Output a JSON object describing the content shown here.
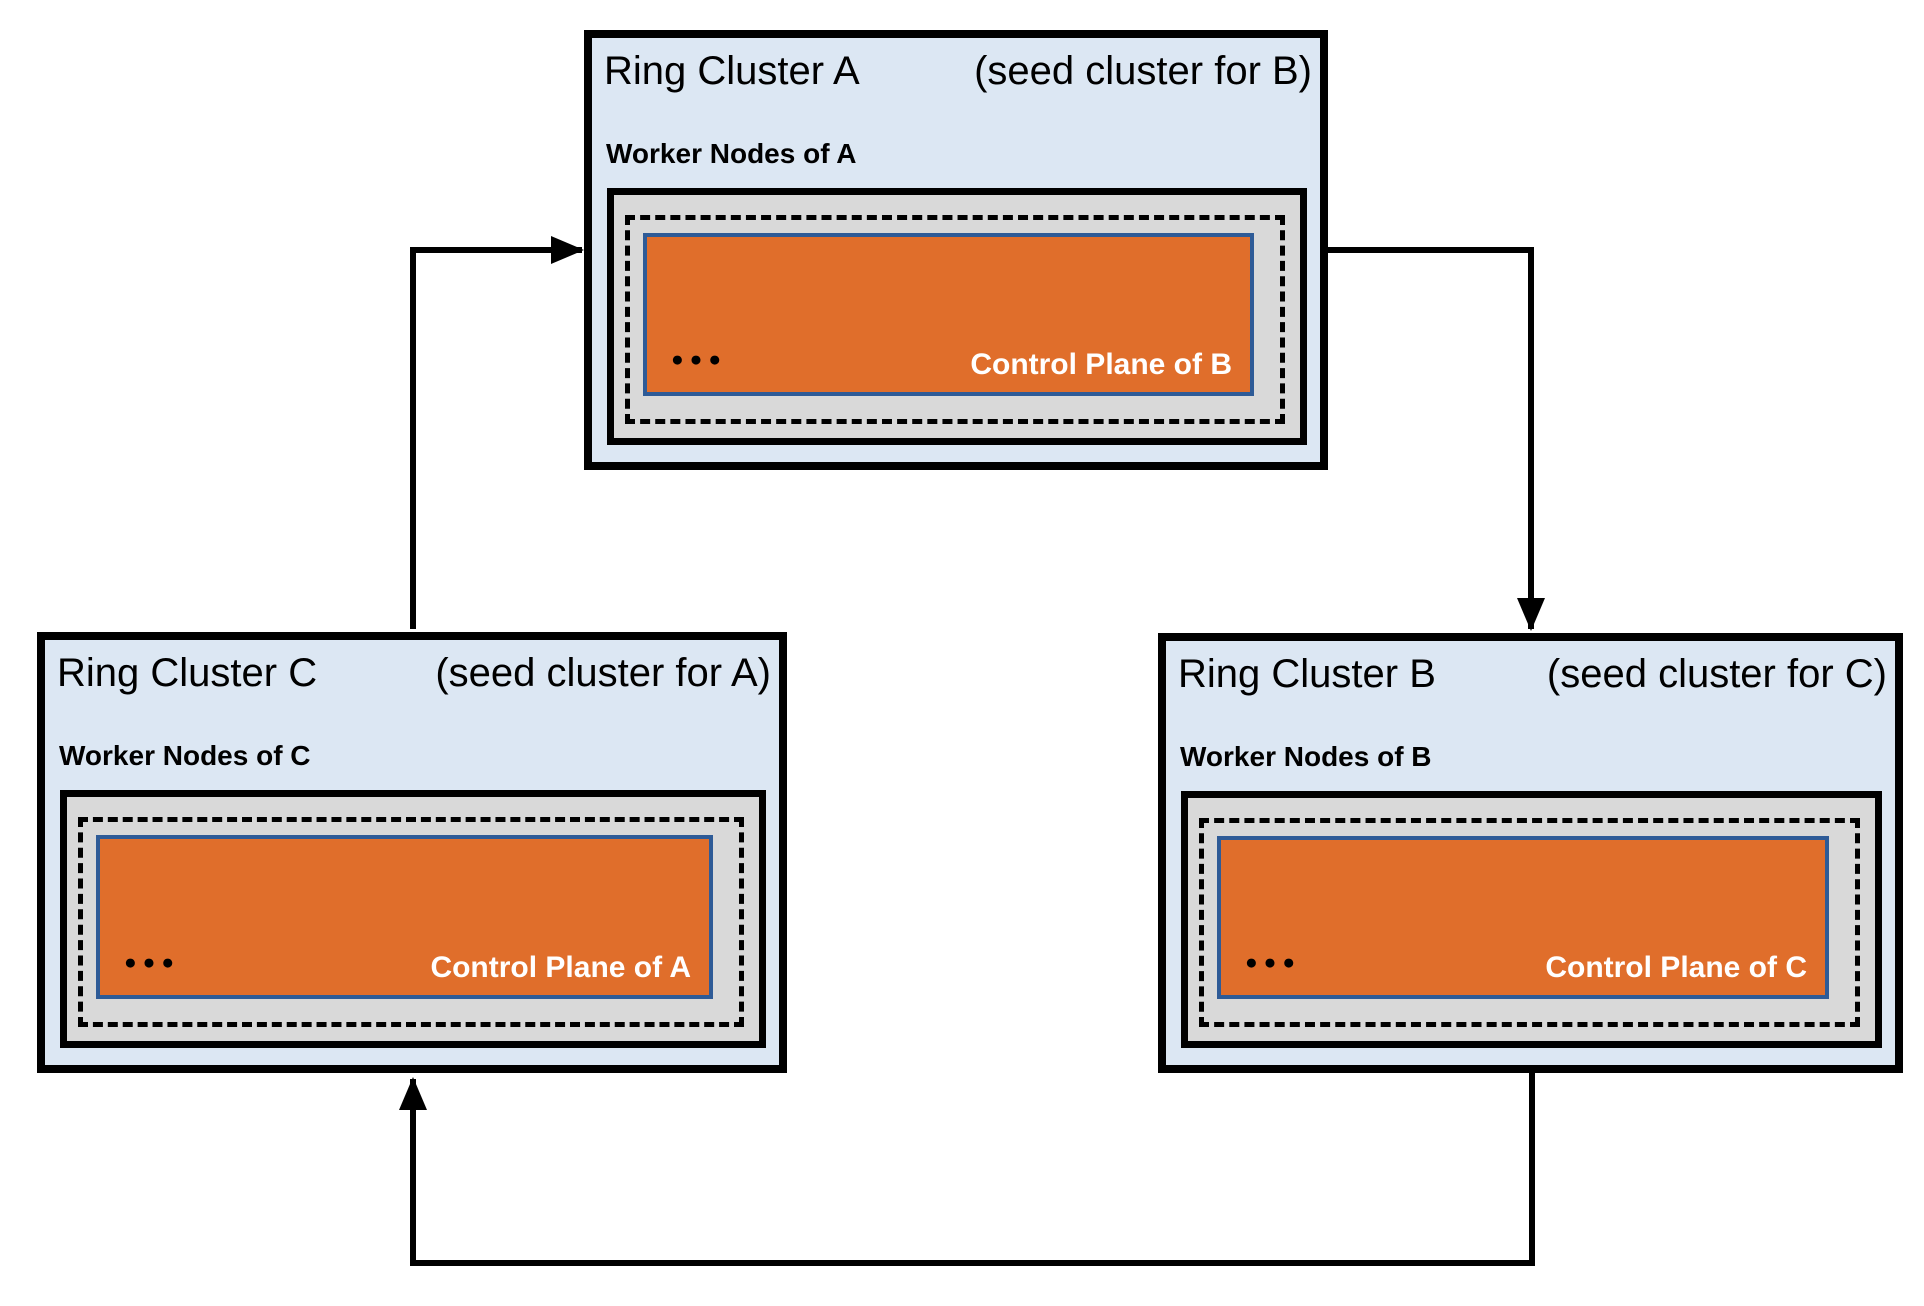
{
  "colors": {
    "cluster-bg": "#dce7f3",
    "cluster-border": "#000000",
    "node-bg": "#d9d9d9",
    "node-border": "#000000",
    "control-bg": "#e06e2b",
    "control-border": "#2e5b97",
    "control-text": "#ffffff",
    "line": "#000000",
    "text": "#000000"
  },
  "clusters": [
    {
      "id": "A",
      "title": "Ring Cluster A",
      "seed_note": "(seed cluster for B)",
      "worker_label": "Worker Nodes of A",
      "control_plane_label": "Control Plane of B",
      "dots": "●●●"
    },
    {
      "id": "B",
      "title": "Ring Cluster B",
      "seed_note": "(seed cluster for C)",
      "worker_label": "Worker Nodes of B",
      "control_plane_label": "Control Plane of C",
      "dots": "●●●"
    },
    {
      "id": "C",
      "title": "Ring Cluster C",
      "seed_note": "(seed cluster for A)",
      "worker_label": "Worker Nodes of C",
      "control_plane_label": "Control Plane of A",
      "dots": "●●●"
    }
  ],
  "arrows": [
    {
      "id": "c-to-a",
      "from": "Ring Cluster C",
      "to": "Ring Cluster A"
    },
    {
      "id": "a-to-b",
      "from": "Ring Cluster A",
      "to": "Ring Cluster B"
    },
    {
      "id": "b-to-c",
      "from": "Ring Cluster B",
      "to": "Ring Cluster C"
    }
  ]
}
